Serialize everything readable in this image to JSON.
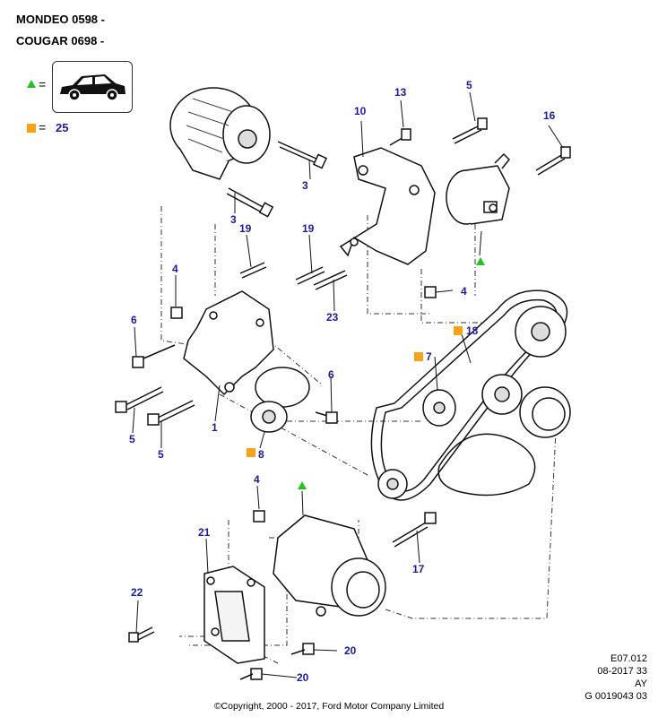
{
  "header": {
    "line1": "MONDEO 0598 -",
    "line2": "COUGAR 0698 -"
  },
  "legend": {
    "eq_sign": "=",
    "triangle_color": "#22c322",
    "square_color": "#f7a21b",
    "square_value": "25",
    "triangle_icon": "car-icon"
  },
  "callouts": {
    "c13": "13",
    "c5a": "5",
    "c16": "16",
    "c10": "10",
    "c3a": "3",
    "c3b": "3",
    "c19a": "19",
    "c19b": "19",
    "c4a": "4",
    "c4b": "4",
    "c23": "23",
    "c6a": "6",
    "c7": "7",
    "c18": "18",
    "c6b": "6",
    "c1": "1",
    "c5b": "5",
    "c5c": "5",
    "c8": "8",
    "c4c": "4",
    "c21": "21",
    "c17": "17",
    "c22": "22",
    "c20a": "20",
    "c20b": "20"
  },
  "meta": {
    "line1": "E07.012",
    "line2": "08-2017 33",
    "line3": "AY",
    "line4": "G 0019043 03"
  },
  "footer": {
    "copyright": "©Copyright, 2000 - 2017, Ford Motor Company Limited"
  }
}
